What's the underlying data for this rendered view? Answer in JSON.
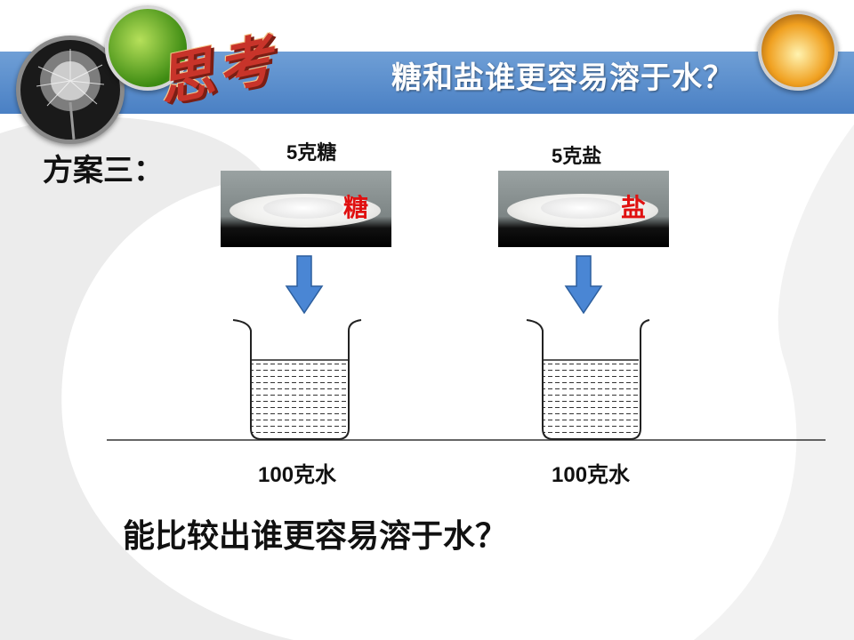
{
  "header": {
    "badge_text": "思考",
    "title": "糖和盐谁更容易溶于水？"
  },
  "plan": {
    "label": "方案三："
  },
  "samples": [
    {
      "top_label": "5克糖",
      "photo_tag": "糖",
      "water_label": "100克水"
    },
    {
      "top_label": "5克盐",
      "photo_tag": "盐",
      "water_label": "100克水"
    }
  ],
  "question": "能比较出谁更容易溶于水？",
  "colors": {
    "header_bar": "#5a8ccc",
    "arrow": "#4a86d4",
    "tag_red": "#e01010",
    "swoosh": "#e9e9e9"
  },
  "icons": {
    "dandelion": "dandelion-photo-icon",
    "leaf": "green-leaf-photo-icon",
    "flower": "flower-photo-icon"
  }
}
